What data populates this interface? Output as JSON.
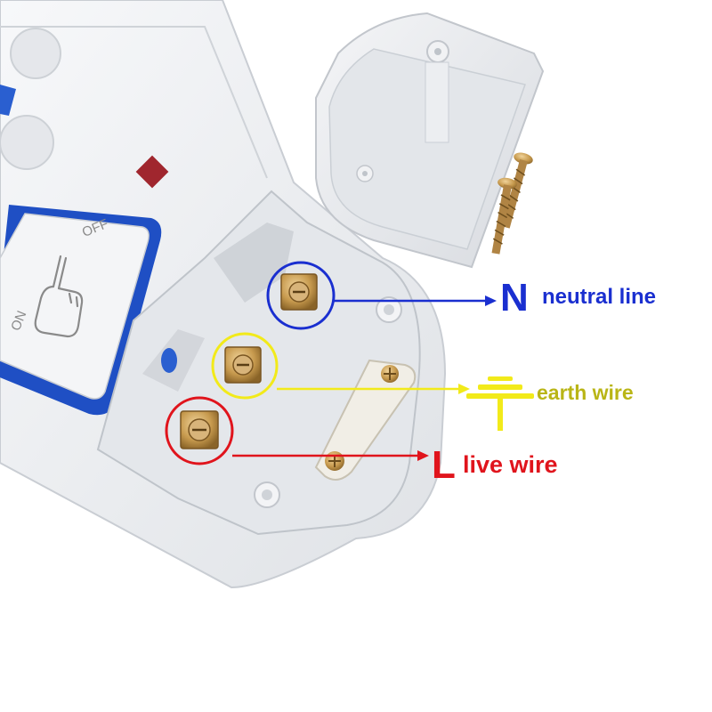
{
  "labels": {
    "neutral_letter": "N",
    "neutral_text": "neutral line",
    "earth_text": "earth wire",
    "live_letter": "L",
    "live_text": "live wire"
  },
  "switch": {
    "off_text": "OFF",
    "on_text": "ON"
  },
  "colors": {
    "neutral": "#1a2fd0",
    "earth": "#f2ea1a",
    "earth_text": "#b9b516",
    "live": "#e0141c",
    "housing": "#eceef1",
    "switch_frame": "#1f4fc4",
    "brass": "#c79a4e"
  },
  "icons": {
    "earth_symbol": "earth-ground-icon",
    "switch_hand": "pointing-hand-icon"
  }
}
